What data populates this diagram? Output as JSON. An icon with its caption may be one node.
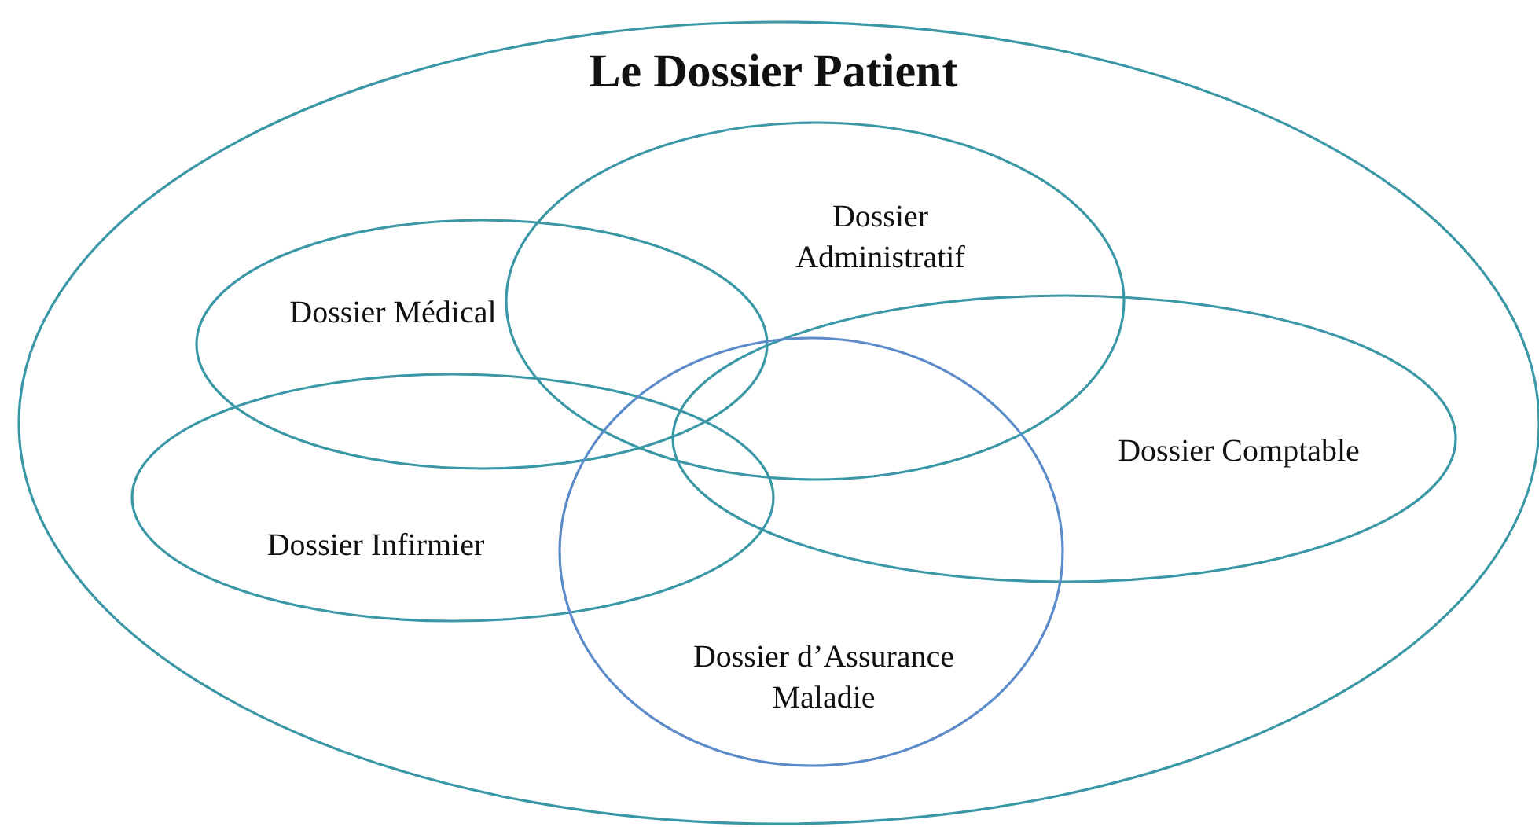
{
  "diagram": {
    "nodes": [
      {
        "text": [
          "Le Dossier Patient"
        ]
      },
      {
        "text": [
          "Dossier Administratif"
        ],
        "in": 0
      },
      {
        "text": [
          "Dossier Médical"
        ],
        "in": 0
      },
      {
        "text": [
          "Dossier Comptable"
        ],
        "in": 0
      },
      {
        "text": [
          "Dossier Infirmier"
        ],
        "in": 0
      },
      {
        "text": [
          "Dossier d’Assurance Maladie"
        ],
        "in": 0
      }
    ]
  }
}
